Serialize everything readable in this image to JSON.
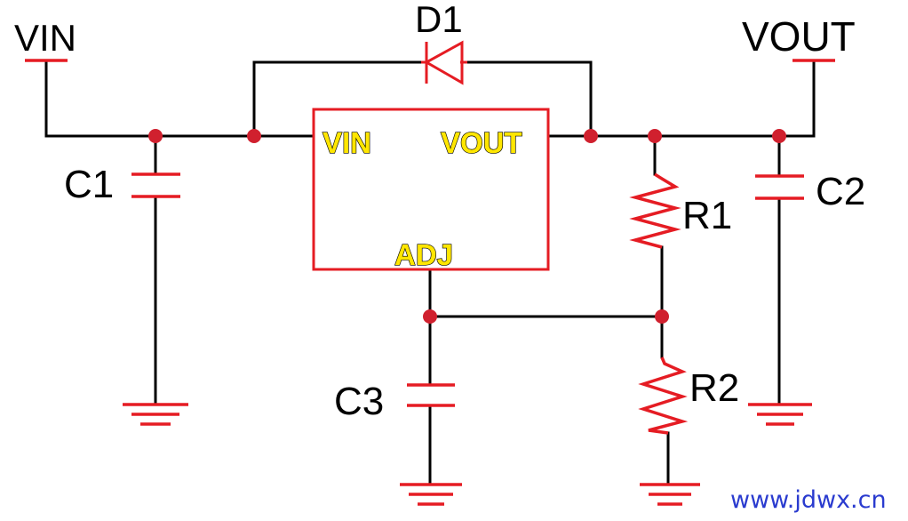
{
  "labels": {
    "vin_port": "VIN",
    "vout_port": "VOUT",
    "diode": "D1",
    "cap_c1": "C1",
    "cap_c2": "C2",
    "cap_c3": "C3",
    "res_r1": "R1",
    "res_r2": "R2"
  },
  "ic_pins": {
    "vin": "VIN",
    "vout": "VOUT",
    "adj": "ADJ"
  },
  "watermark": "www.jdwx.cn",
  "colors": {
    "wire": "#000000",
    "component": "#e51c23",
    "node": "#d0202e",
    "pin_text": "#ffe600",
    "watermark": "#2a3bcf"
  }
}
